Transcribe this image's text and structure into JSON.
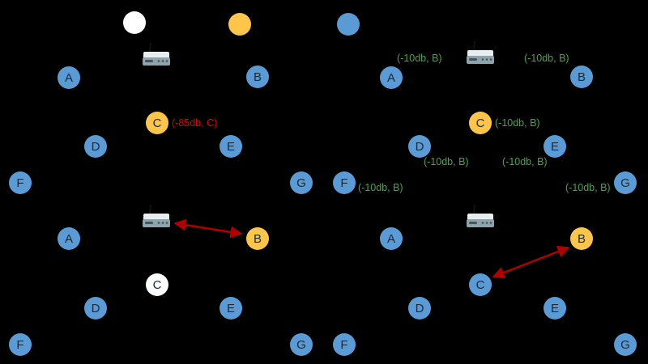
{
  "node_labels": {
    "A": "A",
    "B": "B",
    "C": "C",
    "D": "D",
    "E": "E",
    "F": "F",
    "G": "G"
  },
  "annotations": {
    "weak_signal": "(-85db, C)",
    "strong_signal": "(-10db, B)"
  },
  "colors": {
    "background": "#000000",
    "node_blue": "#5b9bd5",
    "node_yellow": "#fdc64a",
    "node_white": "#ffffff",
    "node_text": "#1b2a38",
    "annotation_green": "#4aa34a",
    "annotation_red": "#e00000",
    "arrow_red": "#b00000",
    "router_body": "#8fa3ad"
  }
}
